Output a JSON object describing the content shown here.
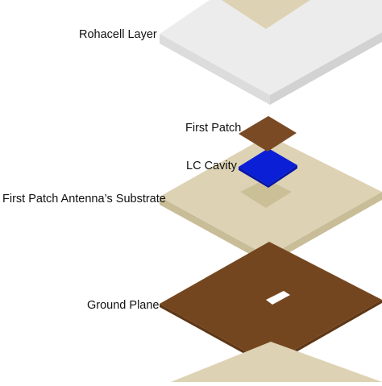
{
  "labels": {
    "rohacell": "Rohacell Layer",
    "first_patch": "First Patch",
    "lc_cavity": "LC Cavity",
    "substrate": "First Patch Antenna’s Substrate",
    "ground_plane": "Ground Plane"
  },
  "colors": {
    "rohacell_top": "#ececec",
    "rohacell_side_left": "#dcdcdc",
    "rohacell_side_right": "#d2d2d2",
    "substrate_top": "#ddd3b4",
    "substrate_side": "#c9bd98",
    "patch_brown": "#7a4a25",
    "patch_brown_dark": "#6a3e1d",
    "lc_blue": "#0a1fd6",
    "lc_blue_dark": "#0616a8",
    "ground_brown": "#74461f",
    "ground_side": "#5e3716",
    "ground_slot": "#ffffff",
    "cavity_recess": "#cbbf97"
  }
}
